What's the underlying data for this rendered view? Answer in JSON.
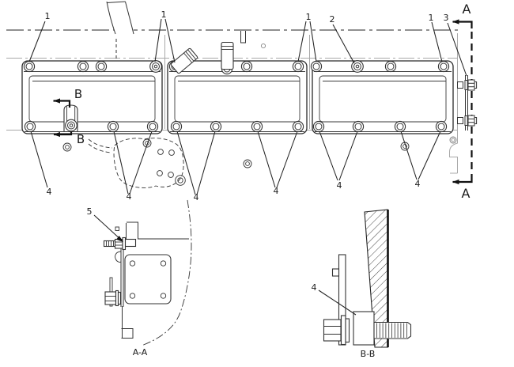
{
  "diagram": {
    "callouts": {
      "c1": "1",
      "c2": "2",
      "c3": "3",
      "c4": "4",
      "c5": "5"
    },
    "section_labels": {
      "a": "A",
      "b": "B"
    },
    "view_titles": {
      "aa": "A-A",
      "bb": "B-B"
    },
    "colors": {
      "background": "#ffffff",
      "line": "#333333",
      "gray": "#a8a8a8"
    }
  }
}
